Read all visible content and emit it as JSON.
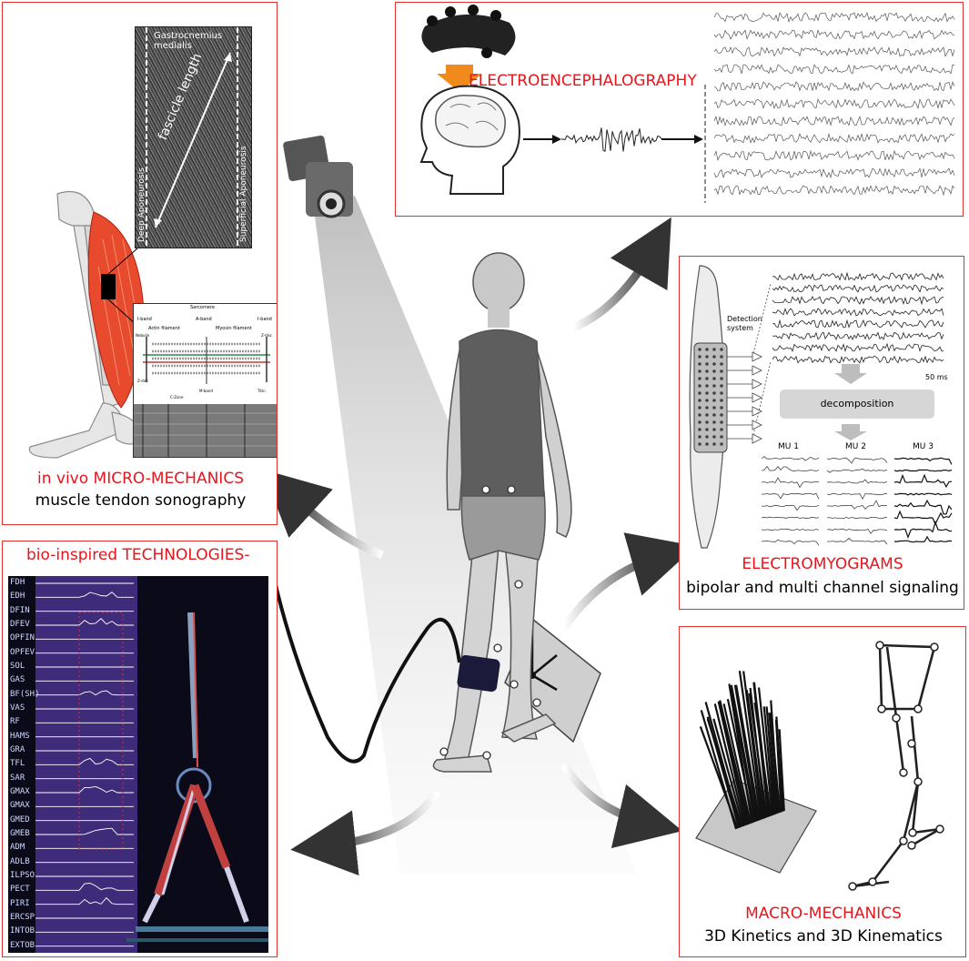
{
  "panels": {
    "micro": {
      "title": "in vivo MICRO-MECHANICS",
      "subtitle": "muscle tendon sonography",
      "us_labels": {
        "top": "Gastrocnemius medialis",
        "fascicle": "fascicle length",
        "deep": "Deep Aponeurosis",
        "super": "Superficial Aponeurosis"
      },
      "sarcomere": {
        "title": "Sarcomere",
        "iband": "I-band",
        "aband": "A-band",
        "iband2": "I-band",
        "actin": "Actin filament",
        "myosin": "Myosin filament",
        "nebulin": "Nebulin",
        "zdisc": "Z-disc",
        "zdisc2": "Z-disc",
        "czone": "C-Zone",
        "mband": "M-band",
        "titin": "Titin"
      }
    },
    "eeg": {
      "title": "ELECTROENCEPHALOGRAPHY"
    },
    "emg": {
      "title": "ELECTROMYOGRAMS",
      "subtitle": "bipolar and multi channel signaling",
      "detection": "Detection system",
      "decomposition": "decomposition",
      "scale": "50 ms",
      "mu": [
        "MU 1",
        "MU 2",
        "MU 3"
      ]
    },
    "bio": {
      "title": "bio-inspired TECHNOLOGIES-",
      "muscles": [
        "FDH",
        "EDH",
        "DFIN",
        "DFEV",
        "OPFIN",
        "OPFEV",
        "SOL",
        "GAS",
        "BF(SH)",
        "VAS",
        "RF",
        "HAMS",
        "GRA",
        "TFL",
        "SAR",
        "GMAX",
        "GMAX",
        "GMED",
        "GMEB",
        "ADM",
        "ADLB",
        "ILPSO",
        "PECT",
        "PIRI",
        "ERCSP",
        "INTOB",
        "EXTOB"
      ]
    },
    "macro": {
      "title": "MACRO-MECHANICS",
      "subtitle": "3D Kinetics  and 3D Kinematics"
    }
  },
  "colors": {
    "accent_red": "#e8141b",
    "border": "#e03030",
    "arrow_orange": "#f08a1c",
    "bio_bg": "#0a0a18",
    "trace_purple": "#5e4a9e"
  }
}
